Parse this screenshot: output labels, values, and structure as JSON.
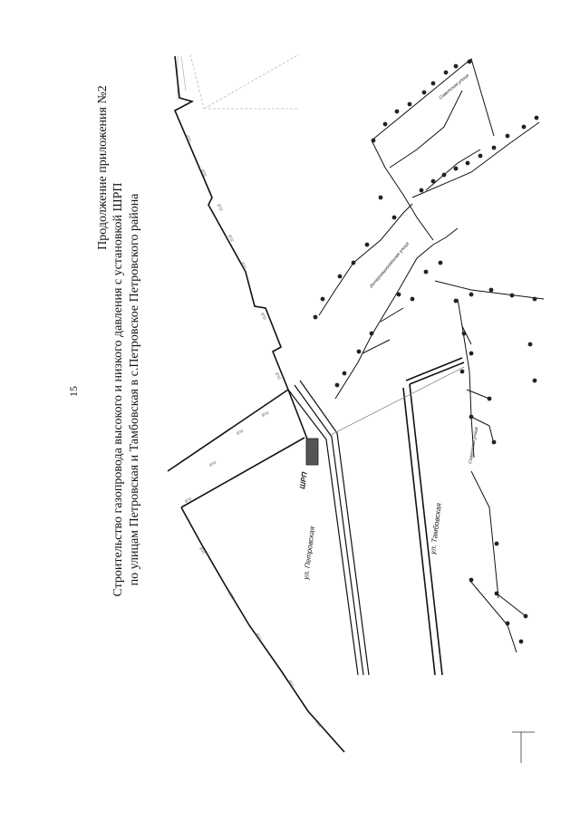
{
  "page_number": "15",
  "appendix": "Продолжение приложения №2",
  "title": {
    "line1": "Строительство газопровода высокого и низкого давления с установкой ШРП",
    "line2": "по улицам Петровская и Тамбовская в с.Петровское Петровского района",
    "line3": ""
  },
  "map": {
    "shrp_label": "ШРП",
    "street_petrovskaya": "ул. Петровская",
    "street_tambovskaya": "ул. Тамбовская",
    "street_internatsionalnaya": "Интернациональная улица",
    "street_sovetskaya_top": "Советская улица",
    "street_sovetskaya_bottom": "Советская улица"
  }
}
